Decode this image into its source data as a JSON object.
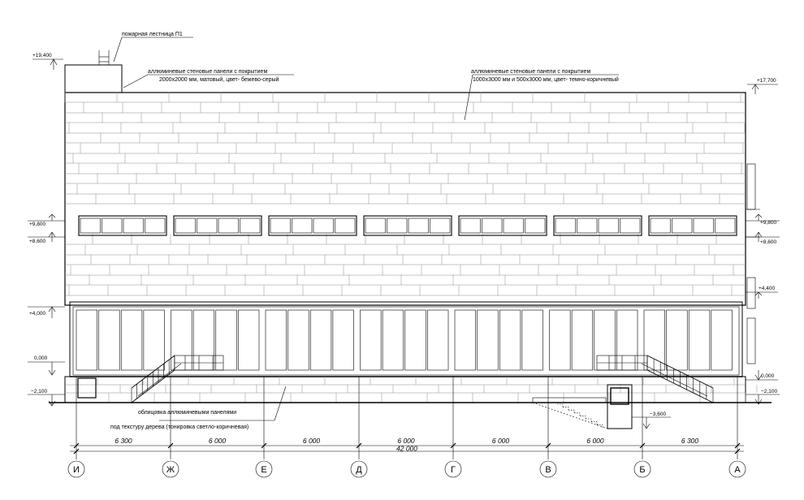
{
  "labels": {
    "fire_ladder": "пожарная лестница П1",
    "panels_light_line1": "аллюминевые стеновые панели с покрытием",
    "panels_light_line2": "2000х2000 мм, матовый,  цвет- бежево-серый",
    "panels_dark_line1": "аллюминевые стеновые панели с покрытием",
    "panels_dark_line2": "1000х3000 мм и 500х3000 мм,  цвет- темно-коричневый",
    "cladding_line1": "облицовка аллюминевыми панелями",
    "cladding_line2": "под текстуру дерева (тонировка светло-коричневая)"
  },
  "levels": {
    "l19400": "+19,400",
    "l17700": "+17,700",
    "l9800_left": "+9,800",
    "l8600_left": "+8,600",
    "l9800_right": "+9,800",
    "l8600_right": "+8,600",
    "l4400": "+4,400",
    "l4000": "+4,000",
    "l0_left": "0,000",
    "l0_right": "0,000",
    "l2100_left": "−2,100",
    "l2100_right": "−2,100",
    "l3600": "−3,600"
  },
  "dimensions": {
    "spans": [
      "6 300",
      "6 000",
      "6 000",
      "6 000",
      "6 000",
      "6 000",
      "6 300"
    ],
    "total": "42 000"
  },
  "axes": [
    "И",
    "Ж",
    "Е",
    "Д",
    "Г",
    "В",
    "Б",
    "А"
  ]
}
